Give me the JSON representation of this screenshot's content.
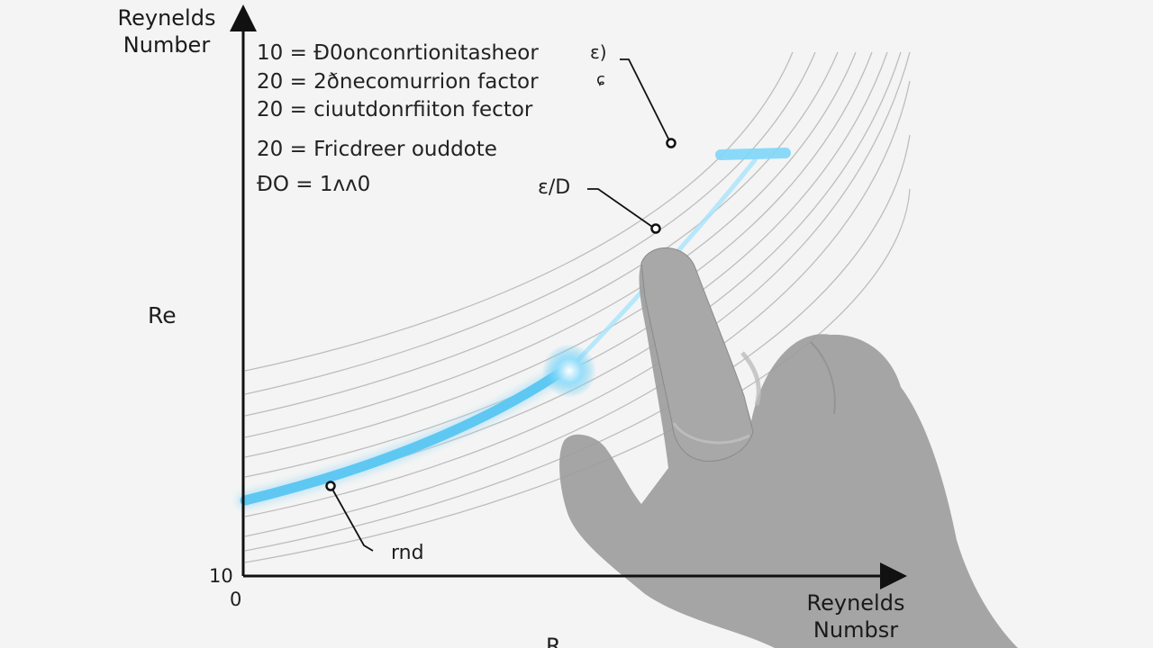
{
  "y_axis": {
    "title_line1": "Reynelds",
    "title_line2": "Number",
    "side_label": "Re",
    "origin_tick": "10"
  },
  "x_axis": {
    "title_line1": "Reynelds",
    "title_line2": "Numbsr",
    "origin_tick": "0",
    "bottom_label": "R"
  },
  "legend": {
    "line1": "10 = Ð0onconrtionitasheor",
    "line2": "20 = 2ðnecomurrion factor",
    "line3": "20 = ciuutdonrfiiton fector",
    "line4": "20 = Fricdreer ouddote",
    "line5": "ÐO = 1ʌʌ0"
  },
  "callouts": {
    "top_right_1": "ɛ)",
    "top_right_2": "ɕ",
    "eps_d": "ɛ/D",
    "lower": "rnd"
  },
  "colors": {
    "background": "#f4f4f4",
    "axis": "#111111",
    "curves": "#b9b9b9",
    "highlight": "#5ec8f2",
    "hand": "#9a9a9a"
  },
  "icons": {
    "hand": "pointing-hand-icon"
  }
}
